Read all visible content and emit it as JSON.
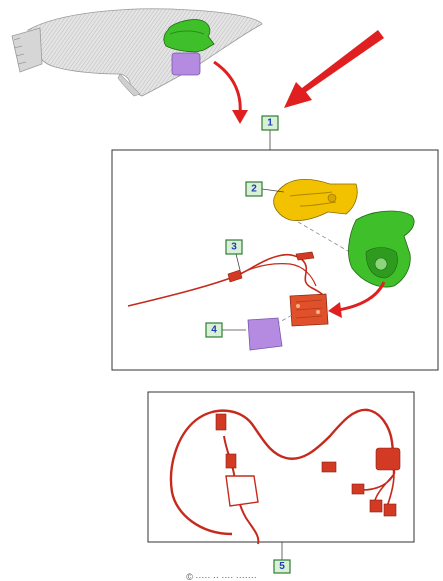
{
  "callouts": [
    {
      "id": "1",
      "label": "1"
    },
    {
      "id": "2",
      "label": "2"
    },
    {
      "id": "3",
      "label": "3"
    },
    {
      "id": "4",
      "label": "4"
    },
    {
      "id": "5",
      "label": "5"
    }
  ],
  "caption": "© ·····  ·· ···· ·······",
  "colors": {
    "arrow_red": "#e02020",
    "bracket_green": "#3fbf2a",
    "cover_lilac": "#b48be0",
    "bracket_yellow": "#f2c200",
    "harness_red": "#c62a1c",
    "module_orange": "#e0502a",
    "callout_fill": "#d9efd6",
    "callout_border": "#2e7d32",
    "callout_text": "#1a3fb5"
  }
}
